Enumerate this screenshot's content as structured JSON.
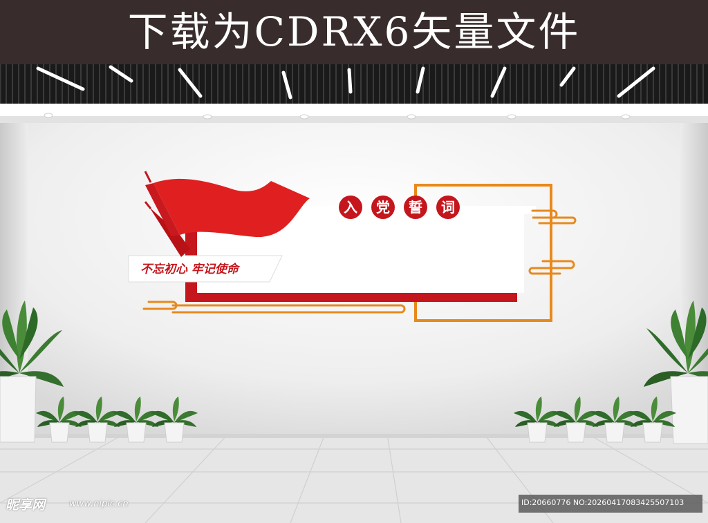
{
  "banner": {
    "text": "下载为CDRX6矢量文件"
  },
  "display_panel": {
    "title_chars": [
      "入",
      "党",
      "誓",
      "词"
    ],
    "slogan": "不忘初心 牢记使命"
  },
  "watermark": {
    "logo": "昵享网",
    "url": "www.nipic.cn",
    "id_text": "ID:20660776 NO:20260417083425507103"
  },
  "colors": {
    "red": "#c4161c",
    "orange": "#e8891c",
    "banner_bg": "#382d2c"
  }
}
